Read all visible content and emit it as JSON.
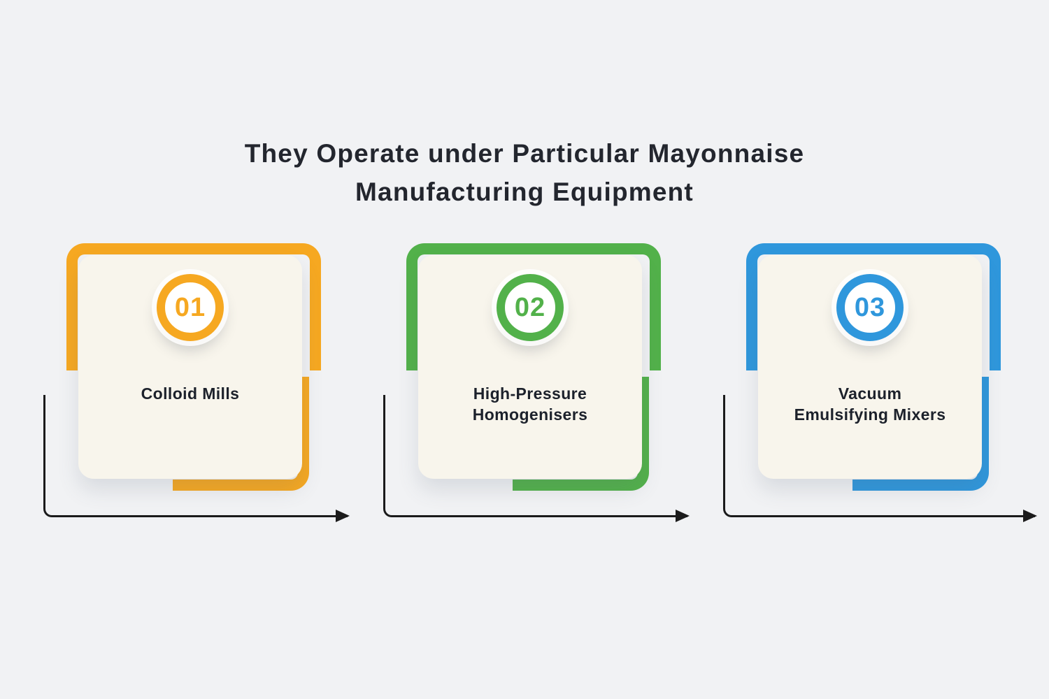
{
  "title": {
    "line1": "They Operate under Particular Mayonnaise",
    "line2": "Manufacturing Equipment"
  },
  "cards": [
    {
      "number": "01",
      "accent": "#F6A821",
      "lines": [
        "Colloid Mills"
      ]
    },
    {
      "number": "02",
      "accent": "#52B14A",
      "lines": [
        "High-Pressure",
        "Homogenisers"
      ]
    },
    {
      "number": "03",
      "accent": "#2F97DC",
      "lines": [
        "Vacuum",
        "Emulsifying Mixers"
      ]
    }
  ],
  "colors": {
    "background": "#F1F2F4",
    "card_background": "#F8F5EC",
    "title_text": "#23262E",
    "label_text": "#1C212B",
    "arrow": "#1B1B1B"
  }
}
